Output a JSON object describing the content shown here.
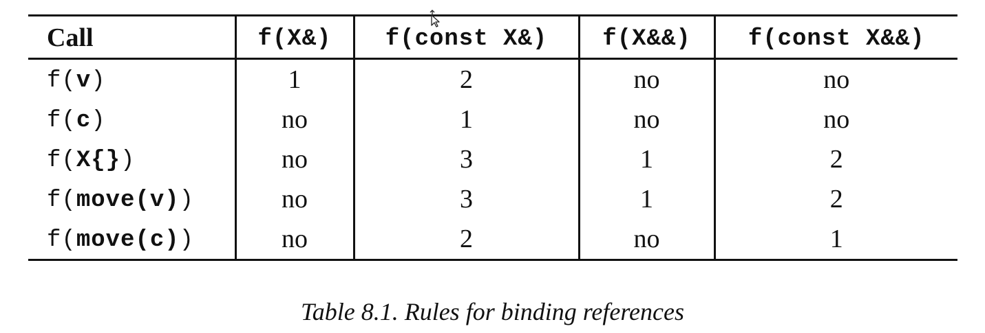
{
  "table": {
    "header": {
      "call": "Call",
      "col1": {
        "pre": "f(",
        "bold": "X&",
        "post": ")"
      },
      "col2": {
        "pre": "f(",
        "bold": "const X&",
        "post": ")"
      },
      "col3": {
        "pre": "f(",
        "bold": "X&&",
        "post": ")"
      },
      "col4": {
        "pre": "f(",
        "bold": "const X&&",
        "post": ")"
      }
    },
    "rows": [
      {
        "call": {
          "pre": "f(",
          "bold": "v",
          "post": ")"
        },
        "cells": [
          "1",
          "2",
          "no",
          "no"
        ]
      },
      {
        "call": {
          "pre": "f(",
          "bold": "c",
          "post": ")"
        },
        "cells": [
          "no",
          "1",
          "no",
          "no"
        ]
      },
      {
        "call": {
          "pre": "f(",
          "bold": "X{}",
          "post": ")"
        },
        "cells": [
          "no",
          "3",
          "1",
          "2"
        ]
      },
      {
        "call": {
          "pre": "f(",
          "bold": "move(v)",
          "post": ")"
        },
        "cells": [
          "no",
          "3",
          "1",
          "2"
        ]
      },
      {
        "call": {
          "pre": "f(",
          "bold": "move(c)",
          "post": ")"
        },
        "cells": [
          "no",
          "2",
          "no",
          "1"
        ]
      }
    ]
  },
  "caption": "Table 8.1. Rules for binding references",
  "cursor_icon": "mouse-pointer-icon"
}
